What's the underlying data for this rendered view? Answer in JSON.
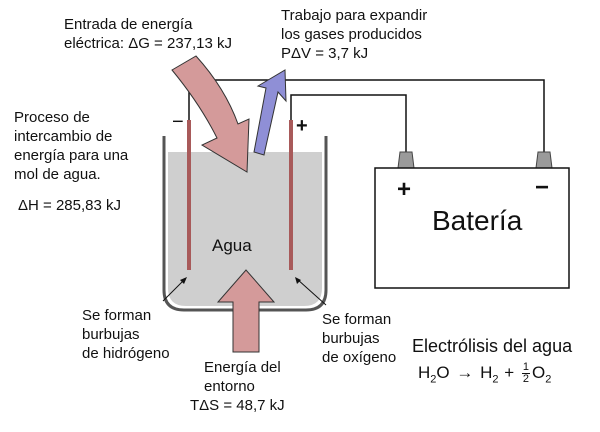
{
  "labels": {
    "energy_input": [
      "Entrada de energía",
      "eléctrica: ΔG = 237,13 kJ"
    ],
    "work": [
      "Trabajo para expandir",
      "los gases producidos",
      "PΔV = 3,7 kJ"
    ],
    "process": [
      "Proceso de",
      "intercambio de",
      "energía para una",
      "mol de agua."
    ],
    "enthalpy": "ΔH = 285,83 kJ",
    "water": "Agua",
    "battery": "Batería",
    "battery_plus": "+",
    "battery_minus": "−",
    "electrode_minus": "−",
    "electrode_plus": "+",
    "hydrogen": [
      "Se forman",
      "burbujas",
      "de hidrógeno"
    ],
    "oxygen": [
      "Se forman",
      "burbujas",
      "de oxígeno"
    ],
    "environment": [
      "Energía del",
      "entorno",
      "TΔS = 48,7 kJ"
    ],
    "title": "Electrólisis del agua"
  },
  "equation": {
    "h2o": "H",
    "h2o_sub": "2",
    "h2o_o": "O",
    "arrow": "→",
    "h2": "H",
    "h2_sub": "2",
    "plus": "+",
    "frac_num": "1",
    "frac_den": "2",
    "o2": "O",
    "o2_sub": "2"
  },
  "colors": {
    "arrow_fill": "#d49a9a",
    "arrow_blue": "#8f8fd6",
    "water": "#cfcfcf",
    "electrode": "#a85a5a",
    "terminal": "#9a9a9a"
  }
}
